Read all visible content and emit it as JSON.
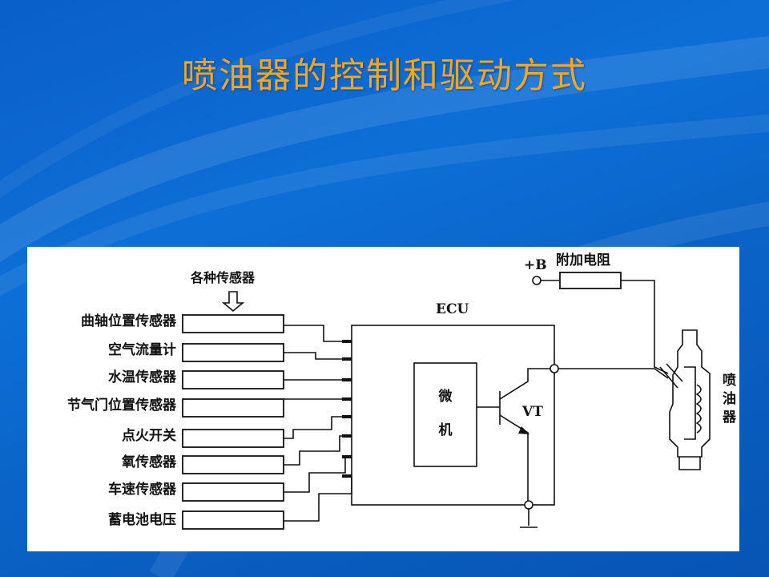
{
  "slide": {
    "title": "喷油器的控制和驱动方式"
  },
  "diagram": {
    "sensors_caption": "各种传感器",
    "sensors": [
      "曲轴位置传感器",
      "空气流量计",
      "水温传感器",
      "节气门位置传感器",
      "点火开关",
      "氧传感器",
      "车速传感器",
      "蓄电池电压"
    ],
    "ecu_label": "ECU",
    "microcomputer": [
      "微",
      "机"
    ],
    "transistor_label": "VT",
    "supply_label": "+B",
    "resistor_label": "附加电阻",
    "injector_label": [
      "喷",
      "油",
      "器"
    ]
  },
  "colors": {
    "title": "#f5a623",
    "background": "#0a63c6",
    "panel": "#ffffff"
  }
}
